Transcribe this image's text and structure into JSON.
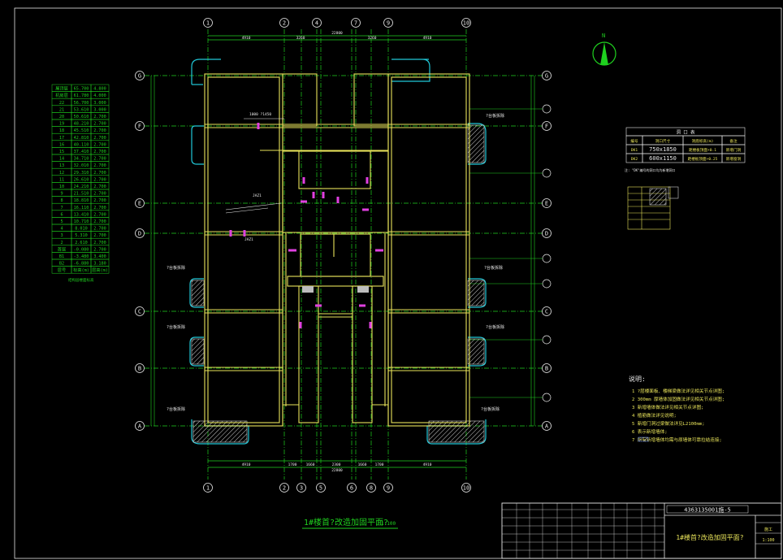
{
  "drawing": {
    "title": "1#楼首?改造加固平面?",
    "title_suffix": "1:100",
    "grid_cols": [
      "1",
      "2",
      "3",
      "4",
      "5",
      "6",
      "7",
      "8",
      "9",
      "10"
    ],
    "grid_rows": [
      "A",
      "B",
      "C",
      "D",
      "E",
      "F",
      "G"
    ],
    "top_dims": [
      "4910",
      "3260",
      "3260",
      "4910"
    ],
    "top_overall": "22800",
    "bottom_dims": [
      "4910",
      "1700",
      "1660",
      "2300",
      "1660",
      "1700",
      "4910"
    ],
    "bottom_overall": "22800",
    "callouts": [
      "?台板拆除",
      "?台板拆除",
      "?台板拆除",
      "?台板拆除",
      "?台板拆除",
      "?台板拆除",
      "?台板拆除",
      "?台板拆除"
    ],
    "annotations": [
      "1000 ?1450",
      "JAZ1",
      "JAZ1"
    ]
  },
  "elevation_table": {
    "rows": [
      [
        "屋顶层",
        "65.700",
        "4.800"
      ],
      [
        "机房层",
        "61.780",
        "4.000"
      ],
      [
        "22",
        "56.700",
        "3.000"
      ],
      [
        "21",
        "53.610",
        "3.000"
      ],
      [
        "20",
        "50.610",
        "2.700"
      ],
      [
        "19",
        "48.210",
        "2.700"
      ],
      [
        "18",
        "45.510",
        "2.700"
      ],
      [
        "17",
        "42.810",
        "2.700"
      ],
      [
        "16",
        "40.110",
        "2.700"
      ],
      [
        "15",
        "37.410",
        "2.700"
      ],
      [
        "14",
        "34.710",
        "2.700"
      ],
      [
        "13",
        "32.010",
        "2.700"
      ],
      [
        "12",
        "29.310",
        "2.700"
      ],
      [
        "11",
        "26.610",
        "2.700"
      ],
      [
        "10",
        "24.210",
        "2.700"
      ],
      [
        "9",
        "21.510",
        "2.700"
      ],
      [
        "8",
        "18.810",
        "2.700"
      ],
      [
        "7",
        "16.110",
        "2.700"
      ],
      [
        "6",
        "13.410",
        "2.700"
      ],
      [
        "5",
        "10.710",
        "2.700"
      ],
      [
        "4",
        "8.010",
        "2.700"
      ],
      [
        "3",
        "5.310",
        "2.700"
      ],
      [
        "2",
        "2.610",
        "2.700"
      ],
      [
        "首层",
        "-0.080",
        "2.700"
      ],
      [
        "B1",
        "-3.480",
        "3.400"
      ],
      [
        "B2",
        "-6.880",
        "3.180"
      ],
      [
        "层号",
        "标高(m)",
        "层高(m)"
      ]
    ],
    "caption": "结构层楼面标高"
  },
  "opening_table": {
    "title": "洞 口 表",
    "headers": [
      "编号",
      "洞口尺寸",
      "洞底标高(m)",
      "备注"
    ],
    "rows": [
      [
        "DK1",
        "750x1850",
        "距楼板顶面+0.1",
        "新增门洞"
      ],
      [
        "DK2",
        "600x1150",
        "距楼板顶面+0.25",
        "新增窗洞"
      ]
    ],
    "note": "注: \"DK\"编号的洞口均为新增洞口"
  },
  "notes": {
    "heading": "说明:",
    "items": [
      "1 ?层楼面板、楼梯梁做法详见相关节点详图;",
      "2 300mm 厚墙体加固做法详见相关节点详图;",
      "3 新增墙体做法详见相关节点详图;",
      "4 植筋做法详见说明;",
      "5 新增门洞过梁做法详见L2100mm;",
      "6 表示新增墙体;",
      "7 所有新增墙体均需与原墙体可靠拉结连接;"
    ]
  },
  "title_block": {
    "project_no": "4363135001施-5",
    "drawing_name": "1#楼首?改造加固平面?",
    "stage": "施工",
    "scale": "1:100"
  },
  "colors": {
    "wall": "#e8e35a",
    "grid": "#1fd11f",
    "cyan": "#20c8d8",
    "magenta": "#e040e0",
    "white": "#e8e8e8",
    "red": "#e23a3a"
  },
  "north_arrow": "north-arrow-icon"
}
